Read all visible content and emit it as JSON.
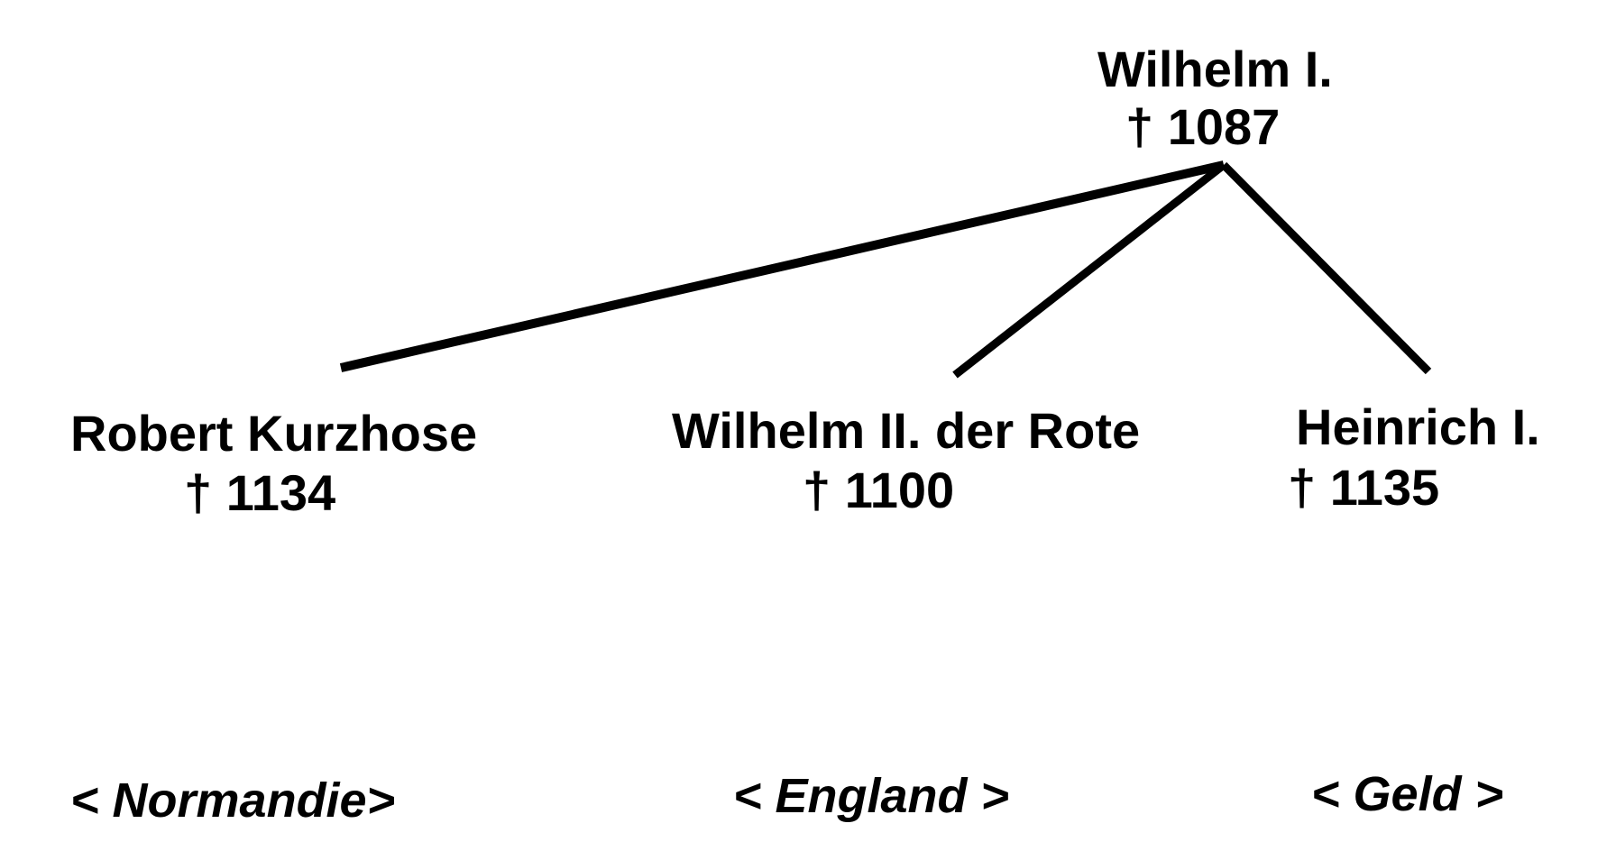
{
  "title": "Family tree of Wilhelm I.",
  "root": {
    "name": "Wilhelm I.",
    "death": "† 1087"
  },
  "children": [
    {
      "name": "Robert Kurzhose",
      "death": "† 1134",
      "inheritance": "< Normandie>"
    },
    {
      "name": "Wilhelm II. der Rote",
      "death": "† 1100",
      "inheritance": "< England >"
    },
    {
      "name": "Heinrich I.",
      "death": "† 1135",
      "inheritance": "< Geld >"
    }
  ],
  "colors": {
    "ink": "#000000",
    "background": "#ffffff"
  }
}
